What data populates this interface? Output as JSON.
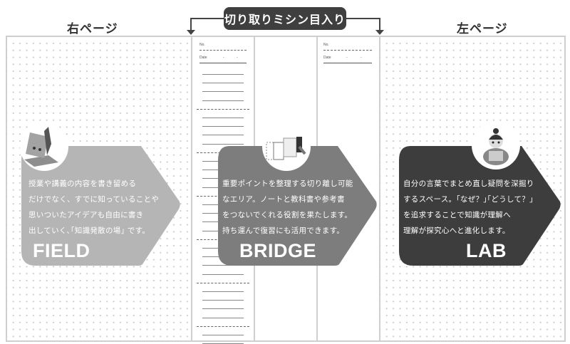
{
  "title": {
    "label": "切り取りミシン目入り"
  },
  "pages": {
    "right": {
      "label": "右ページ"
    },
    "left": {
      "label": "左ページ"
    }
  },
  "strips": {
    "no_label": "No.",
    "date_label": "Date",
    "date_separators": [
      "-",
      "-"
    ]
  },
  "cards": [
    {
      "name": "FIELD",
      "icon": "folded-note-character-icon",
      "color": "#b5b5b5",
      "lines": [
        "授業や講義の内容を書き留める",
        "だけでなく、すでに知っていることや",
        "思いついたアイデアも自由に書き",
        "出していく､｢知識発散の場｣ です。"
      ]
    },
    {
      "name": "BRIDGE",
      "icon": "detachable-pages-icon",
      "color": "#7d7d7d",
      "lines": [
        "重要ポイントを整理する切り離し可能",
        "なエリア。ノートと教科書や参考書",
        "をつないでくれる役割を果たします。",
        "持ち運んで復習にも活用できます。"
      ]
    },
    {
      "name": "LAB",
      "icon": "reading-person-icon",
      "color": "#3d3d3d",
      "lines": [
        "自分の言葉でまとめ直し疑問を深掘り",
        "するスペース。｢なぜ？｣｢どうして？｣",
        "を追求することで知識が理解へ",
        "理解が探究心へと進化します。"
      ]
    }
  ],
  "colors": {
    "title_bg": "#3f3f3f",
    "border": "#cfcfcf",
    "dot": "#c9c9c9"
  }
}
